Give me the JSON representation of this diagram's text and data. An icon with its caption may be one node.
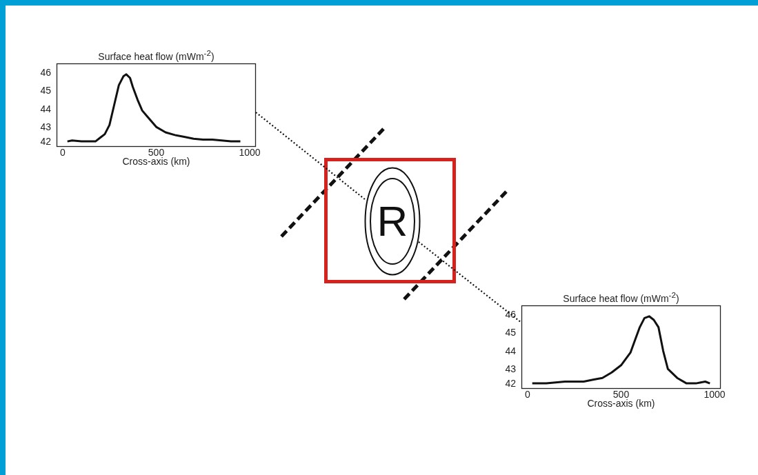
{
  "diagram": {
    "nodes": [
      {
        "text": [
          "Surface heat flow (mWm$^{-2}$)"
        ]
      },
      {
        "text": [],
        "shape": "box"
      },
      {
        "text": [
          "R"
        ],
        "in": 1
      },
      {
        "text": [
          "Surface heat flow (mWm$^{-2}$)"
        ]
      }
    ],
    "edges": [
      {
        "from": 0,
        "to": 2,
        "arrow": "none",
        "style": "dashed"
      },
      {
        "from": 2,
        "to": 3,
        "arrow": "none",
        "style": "dashed"
      }
    ],
    "chart_data": [
      {
        "type": "line",
        "xlabel": "Cross-axis (km)",
        "xlim": [
          -33,
          1033
        ],
        "ylim": [
          41.9,
          46.5
        ],
        "xticks": [
          0,
          500,
          1000
        ],
        "yticks": [
          42,
          43,
          44,
          45,
          46
        ],
        "x": [
          25,
          50,
          100,
          175,
          200,
          225,
          250,
          275,
          300,
          325,
          340,
          360,
          375,
          400,
          425,
          450,
          500,
          550,
          600,
          650,
          700,
          750,
          800,
          850,
          900,
          950
        ],
        "series": [
          {
            "values": [
              42.2,
              42.25,
              42.2,
              42.2,
              42.4,
              42.6,
              43.1,
              44.2,
              45.3,
              45.8,
              45.9,
              45.7,
              45.2,
              44.5,
              43.9,
              43.6,
              43.0,
              42.7,
              42.55,
              42.45,
              42.35,
              42.3,
              42.3,
              42.25,
              42.2,
              42.2
            ]
          }
        ]
      },
      {
        "type": "line",
        "xlabel": "Cross-axis (km)",
        "xlim": [
          -33,
          1033
        ],
        "ylim": [
          41.9,
          46.5
        ],
        "xticks": [
          0,
          500,
          1000
        ],
        "yticks": [
          42,
          43,
          44,
          45,
          46
        ],
        "x": [
          25,
          100,
          200,
          300,
          350,
          400,
          450,
          500,
          550,
          575,
          600,
          625,
          650,
          675,
          700,
          725,
          750,
          800,
          850,
          900,
          950,
          975
        ],
        "series": [
          {
            "values": [
              42.2,
              42.2,
              42.3,
              42.3,
              42.4,
              42.5,
              42.8,
              43.2,
              43.9,
              44.6,
              45.3,
              45.8,
              45.9,
              45.7,
              45.3,
              44.0,
              43.0,
              42.5,
              42.2,
              42.2,
              42.3,
              42.2
            ]
          }
        ]
      }
    ]
  }
}
